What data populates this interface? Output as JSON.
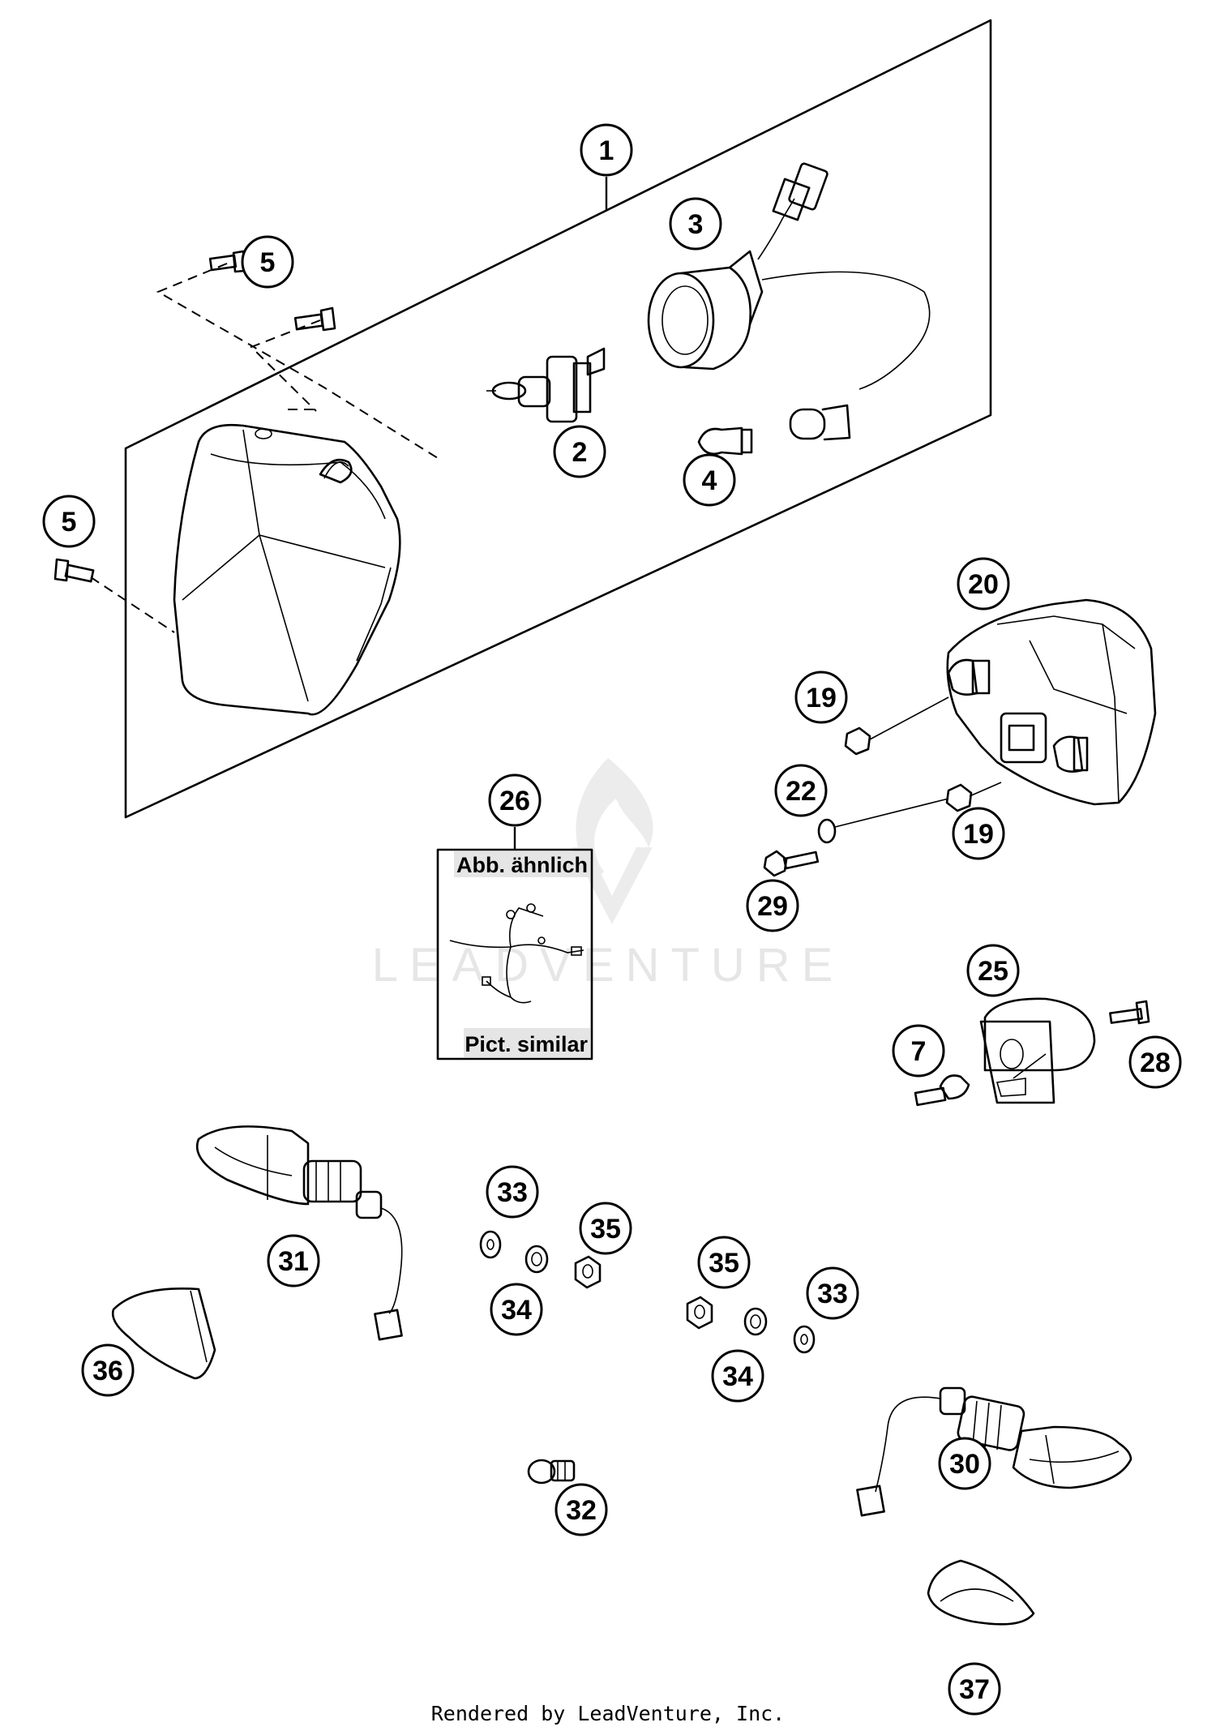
{
  "watermark": {
    "text": "LEADVENTURE"
  },
  "inset": {
    "label_top": "Abb. ähnlich",
    "label_bottom": "Pict. similar"
  },
  "credit": "Rendered by LeadVenture, Inc.",
  "callouts": [
    {
      "id": "c1",
      "label": "1"
    },
    {
      "id": "c2",
      "label": "2"
    },
    {
      "id": "c3",
      "label": "3"
    },
    {
      "id": "c4",
      "label": "4"
    },
    {
      "id": "c5a",
      "label": "5"
    },
    {
      "id": "c5b",
      "label": "5"
    },
    {
      "id": "c7",
      "label": "7"
    },
    {
      "id": "c19a",
      "label": "19"
    },
    {
      "id": "c19b",
      "label": "19"
    },
    {
      "id": "c20",
      "label": "20"
    },
    {
      "id": "c22",
      "label": "22"
    },
    {
      "id": "c25",
      "label": "25"
    },
    {
      "id": "c26",
      "label": "26"
    },
    {
      "id": "c28",
      "label": "28"
    },
    {
      "id": "c29",
      "label": "29"
    },
    {
      "id": "c30",
      "label": "30"
    },
    {
      "id": "c31",
      "label": "31"
    },
    {
      "id": "c32",
      "label": "32"
    },
    {
      "id": "c33a",
      "label": "33"
    },
    {
      "id": "c33b",
      "label": "33"
    },
    {
      "id": "c34a",
      "label": "34"
    },
    {
      "id": "c34b",
      "label": "34"
    },
    {
      "id": "c35a",
      "label": "35"
    },
    {
      "id": "c35b",
      "label": "35"
    },
    {
      "id": "c36",
      "label": "36"
    },
    {
      "id": "c37",
      "label": "37"
    }
  ]
}
